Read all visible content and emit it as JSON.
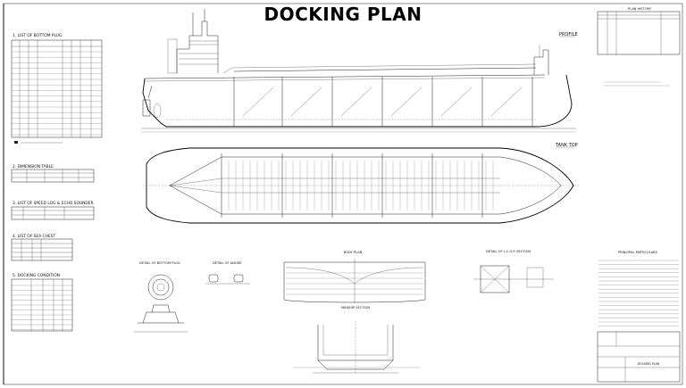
{
  "title": "DOCKING PLAN",
  "views": {
    "profile": "PROFILE",
    "tank_top": "TANK TOP"
  },
  "sections": {
    "bottom_plug": "1. LIST OF BOTTOM PLUG",
    "dimension_table": "2. DIMENSION TABLE",
    "speed_log": "3. LIST OF SPEED LOG & ECHO SOUNDER",
    "sea_chest": "4. LIST OF SEA CHEST",
    "docking_condition": "5. DOCKING CONDITION"
  },
  "details": {
    "bottom_plug": "DETAIL OF BOTTOM PLUG",
    "anode": "DETAIL OF ANODE",
    "body_plan": "BODY PLAN",
    "midship": "MIDSHIP SECTION",
    "lcg": "DETAIL OF L.C.G.P. SECTION"
  },
  "plan_history": "PLAN HISTORY",
  "principal": "PRINCIPAL PARTICULARS",
  "title_block_name": "DOCKING PLAN"
}
